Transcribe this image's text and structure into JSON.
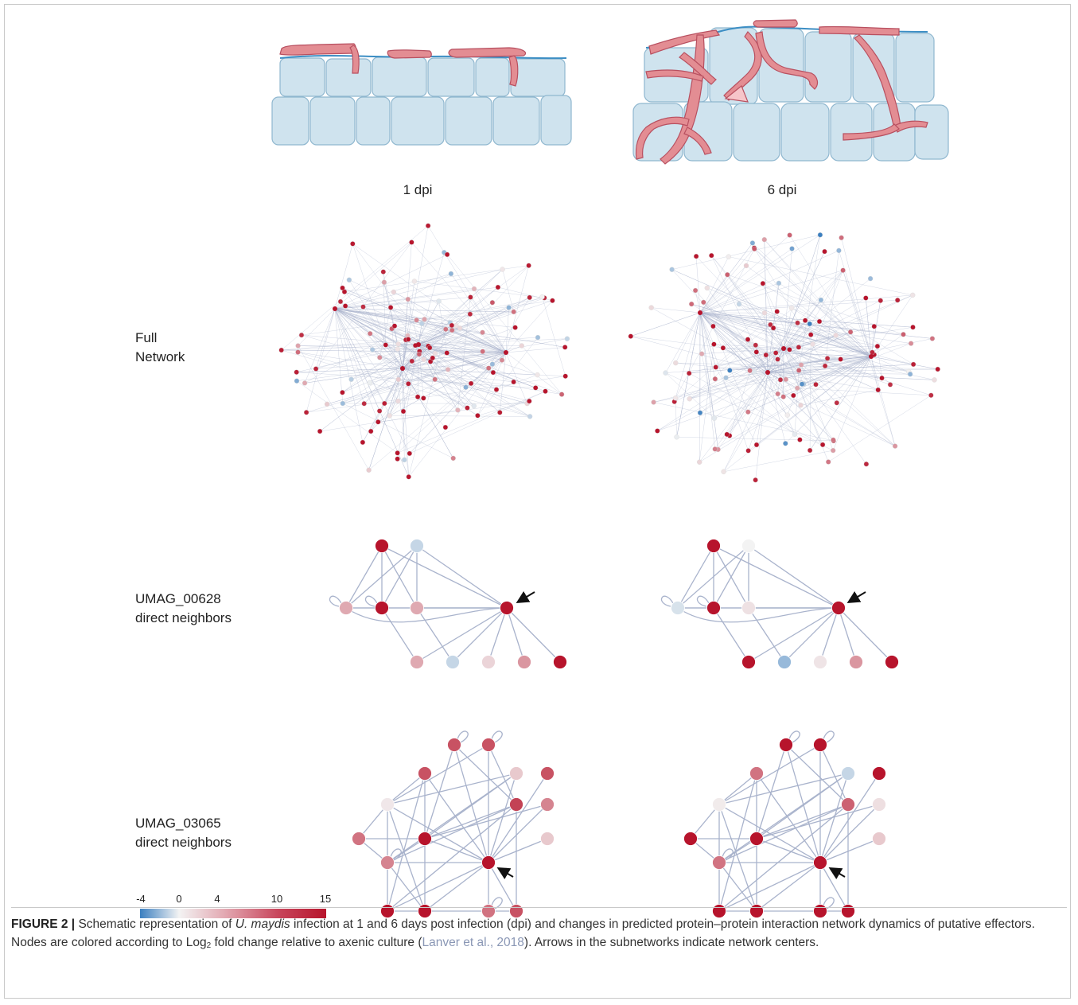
{
  "columns": [
    "1 dpi",
    "6 dpi"
  ],
  "rows": [
    {
      "line1": "Full",
      "line2": "Network"
    },
    {
      "line1": "UMAG_00628",
      "line2": "direct neighbors"
    },
    {
      "line1": "UMAG_03065",
      "line2": "direct neighbors"
    }
  ],
  "colorbar": {
    "ticks": [
      "-4",
      "0",
      "4",
      "10",
      "15"
    ],
    "tick_values": [
      -4,
      0,
      4,
      10,
      15
    ],
    "colors": {
      "low": "#3b7fc0",
      "mid": "#f3f3f3",
      "high": "#b7142c"
    }
  },
  "colors": {
    "cell_fill": "#cfe3ee",
    "cell_stroke": "#8fb7cf",
    "hypha_fill": "#e38d93",
    "hypha_stroke": "#b85060",
    "cuticle": "#3c8ec4",
    "edge": "#a9b3cc"
  },
  "caption": {
    "figure_no": "FIGURE 2 |",
    "t1": " Schematic representation of ",
    "species": "U. maydis",
    "t2": " infection at 1 and 6 days post infection (dpi) and changes in predicted protein–protein interaction network dynamics of putative effectors. Nodes are colored according to Log",
    "sub": "2",
    "t3": " fold change relative to axenic culture (",
    "cite": "Lanver et al., 2018",
    "t4": "). Arrows in the subnetworks indicate network centers."
  },
  "subnet_00628": {
    "values_1dpi": [
      14,
      -1,
      3,
      14,
      3,
      14,
      3,
      -1,
      1,
      4,
      14
    ],
    "values_6dpi": [
      14,
      0,
      -0.6,
      14,
      0.5,
      14,
      14,
      -2,
      0.4,
      4,
      14
    ]
  },
  "subnet_03065": {
    "values_1dpi": [
      8,
      8,
      8,
      1.5,
      8,
      0.3,
      9,
      5,
      6,
      14,
      1.5,
      14,
      5,
      14,
      14,
      6,
      8
    ],
    "values_6dpi": [
      14,
      14,
      6,
      -1,
      14,
      0.2,
      7,
      0.6,
      14,
      14,
      1.5,
      14,
      6,
      14,
      14,
      14,
      14
    ]
  }
}
